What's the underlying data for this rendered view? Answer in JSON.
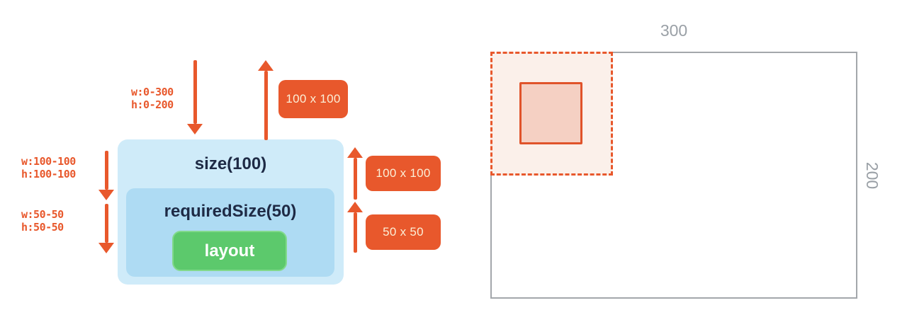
{
  "palette": {
    "orange": "#E8582C",
    "badge_text": "#FBEFD7",
    "outer_blue": "#CFEBF9",
    "inner_blue": "#AEDBF3",
    "green": "#5CC96C",
    "navy_text": "#1E2A45",
    "gray": "#9AA0A6",
    "dashed_fill": "#FBF0EA",
    "measured_fill": "#F5D0C3"
  },
  "left_diagram": {
    "incoming_constraints_line1": "w:0-300",
    "incoming_constraints_line2": "h:0-200",
    "top_result_badge": "100 x 100",
    "size_constraints_line1": "w:100-100",
    "size_constraints_line2": "h:100-100",
    "required_constraints_line1": "w:50-50",
    "required_constraints_line2": "h:50-50",
    "size_box_label": "size(100)",
    "required_size_box_label": "requiredSize(50)",
    "layout_box_label": "layout",
    "size_result_badge": "100 x 100",
    "required_result_badge": "50 x 50"
  },
  "right_diagram": {
    "width_label": "300",
    "height_label": "200"
  }
}
